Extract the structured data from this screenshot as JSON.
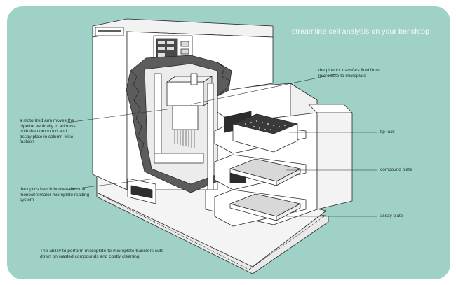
{
  "title": "streamline cell analysis on your benchtop",
  "callouts": {
    "pipettor": "the pipettor transfers fluid from microplate to microplate",
    "arm": "a motorized arm moves the pipettor vertically to address both the compound and assay plate in column-wise fashion",
    "optics": "the optics bench houses the dual monochromator microplate reading system",
    "tip_rack": "tip rack",
    "compound_plate": "compound plate",
    "assay_plate": "assay plate"
  },
  "caption": "The ability to perform microplate-to-microplate transfers cuts down on wasted compounds and costly cleaning.",
  "colors": {
    "background": "#9fd1c7",
    "machine": "#ffffff",
    "outline": "#2a2a2a",
    "shading": "#5c5c5c",
    "title": "#f3fbf8"
  }
}
